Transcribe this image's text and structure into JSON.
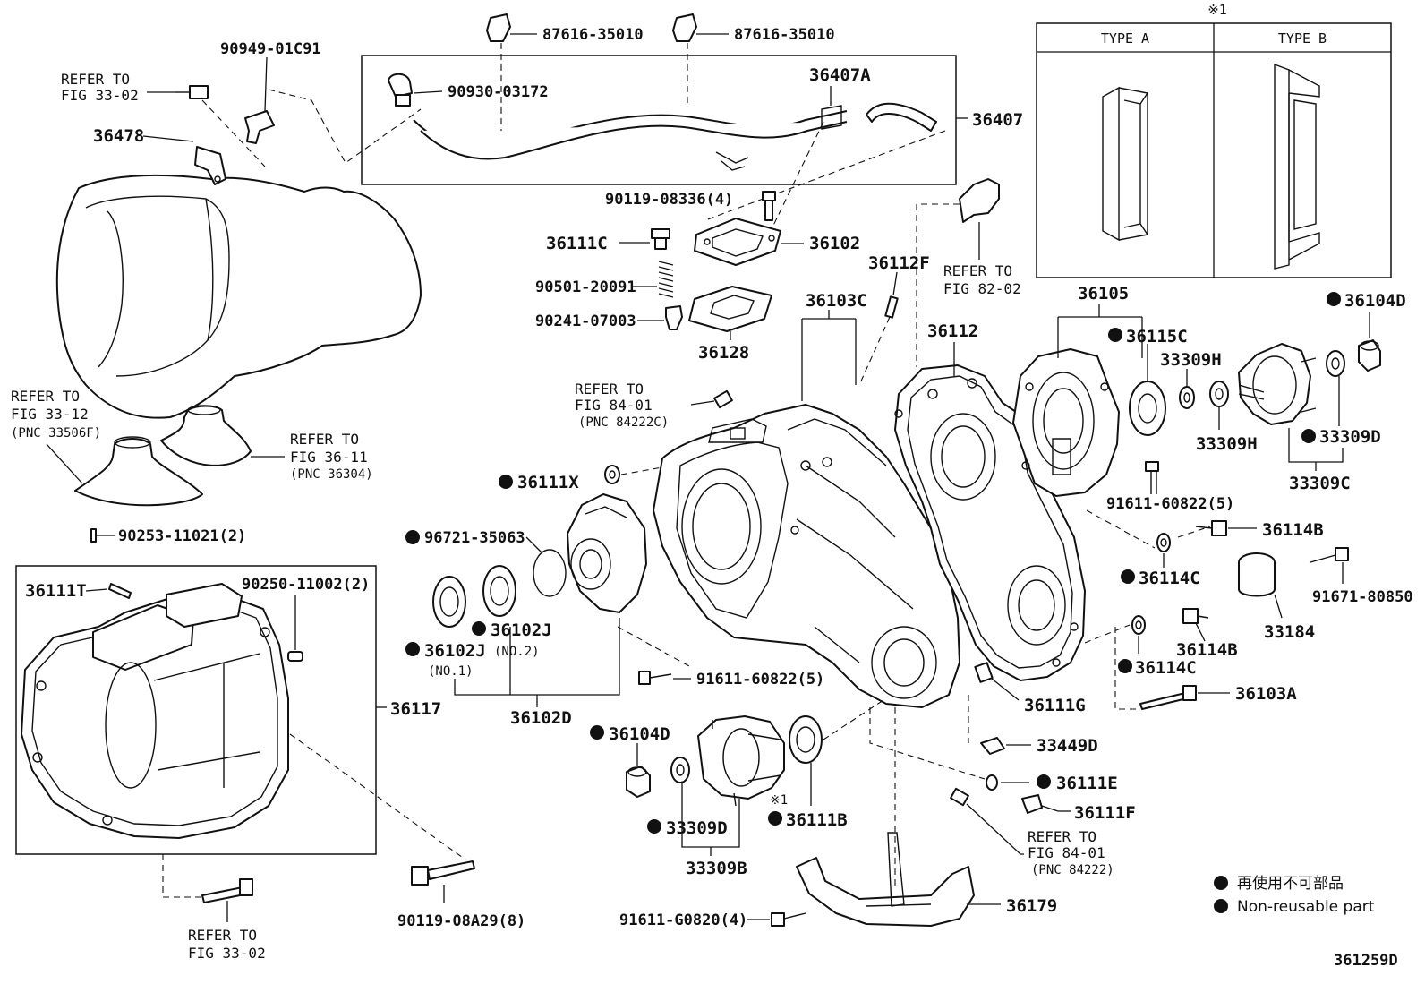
{
  "labels": {
    "p87616_a": "87616-35010",
    "p87616_b": "87616-35010",
    "p90949": "90949-01C91",
    "p90930": "90930-03172",
    "p36407A": "36407A",
    "p36407": "36407",
    "p36478": "36478",
    "p90119_08336": "90119-08336(4)",
    "p36111C": "36111C",
    "p36102": "36102",
    "p36112F": "36112F",
    "p90501": "90501-20091",
    "p90241": "90241-07003",
    "p36128": "36128",
    "p36103C": "36103C",
    "p36112": "36112",
    "p36105": "36105",
    "p36104D_r": "36104D",
    "p36115C": "36115C",
    "p33309H_a": "33309H",
    "p33309H_b": "33309H",
    "p33309D_r": "33309D",
    "p33309C": "33309C",
    "p91611_60822_r": "91611-60822(5)",
    "p36111X": "36111X",
    "p96721": "96721-35063",
    "p36114B_a": "36114B",
    "p36114C_a": "36114C",
    "p91671": "91671-80850",
    "p33184": "33184",
    "p36114B_b": "36114B",
    "p36114C_b": "36114C",
    "p36103A": "36103A",
    "p36102J_2": "36102J",
    "p36102J_2_sub": "(NO.2)",
    "p36102J_1": "36102J",
    "p36102J_1_sub": "(NO.1)",
    "p36102D": "36102D",
    "p91611_60822_c": "91611-60822(5)",
    "p36111G": "36111G",
    "p36111T": "36111T",
    "p90250": "90250-11002(2)",
    "p36117": "36117",
    "p90253": "90253-11021(2)",
    "p36104D_l": "36104D",
    "p33309D_l": "33309D",
    "p33309B": "33309B",
    "p36111B": "36111B",
    "p36111B_note": "※1",
    "p33449D": "33449D",
    "p36111E": "36111E",
    "p36111F": "36111F",
    "p90119_08A29": "90119-08A29(8)",
    "p91611_G0820": "91611-G0820(4)",
    "p36179": "36179",
    "diagram_id": "361259D"
  },
  "refs": {
    "r33_02_top": [
      "REFER TO",
      "FIG 33-02"
    ],
    "r33_12": [
      "REFER TO",
      "FIG 33-12",
      "(PNC 33506F)"
    ],
    "r36_11": [
      "REFER TO",
      "FIG 36-11",
      "(PNC 36304)"
    ],
    "r82_02": [
      "REFER TO",
      "FIG 82-02"
    ],
    "r84_01_top": [
      "REFER TO",
      "FIG 84-01",
      "(PNC 84222C)"
    ],
    "r84_01_bot": [
      "REFER TO",
      "FIG 84-01",
      "(PNC 84222)"
    ],
    "r33_02_bot": [
      "REFER TO",
      "FIG 33-02"
    ]
  },
  "types_table": {
    "note": "※1",
    "type_a": "TYPE A",
    "type_b": "TYPE B"
  },
  "legend": {
    "line1": "再使用不可部品",
    "line2": "Non-reusable part"
  },
  "colors": {
    "ink": "#111111",
    "background": "#ffffff"
  }
}
